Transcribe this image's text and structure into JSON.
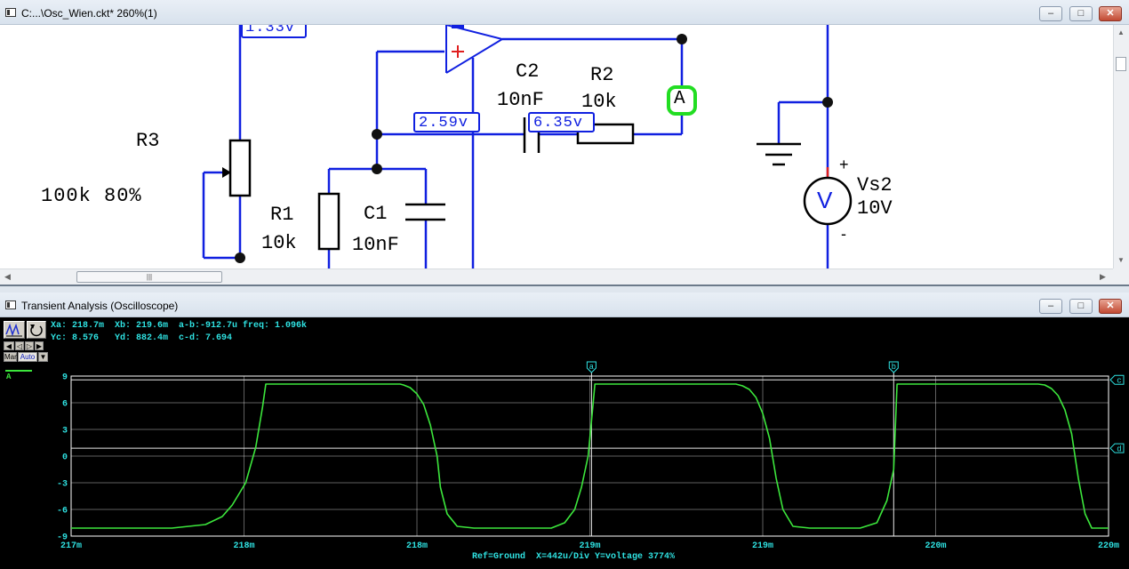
{
  "schematic_window": {
    "title": "C:...\\Osc_Wien.ckt* 260%(1)",
    "controls": {
      "minimize": "–",
      "maximize": "□",
      "close": "✕"
    },
    "components": {
      "r3_name": "R3",
      "r3_value": "100k 80%",
      "r1_name": "R1",
      "r1_value": "10k",
      "c1_name": "C1",
      "c1_value": "10nF",
      "c2_name": "C2",
      "c2_value": "10nF",
      "r2_name": "R2",
      "r2_value": "10k",
      "vs2_name": "Vs2",
      "vs2_value": "10V",
      "vs2_symbol": "V",
      "probe": "A"
    },
    "voltage_tags": {
      "top": "1.33v",
      "mid_left": "2.59v",
      "mid_right": "6.35v"
    },
    "signs": {
      "opamp_plus": "+",
      "opamp_minus": "–",
      "src_plus": "+",
      "src_minus": "-",
      "top_minus": "-"
    },
    "hscroll_grip": "|||"
  },
  "scope_window": {
    "title": "Transient Analysis (Oscilloscope)",
    "controls": {
      "minimize": "–",
      "maximize": "□",
      "close": "✕"
    },
    "readout_line1": "Xa: 218.7m  Xb: 219.6m  a-b:-912.7u freq: 1.096k",
    "readout_line2": "Yc: 8.576   Yd: 882.4m  c-d: 7.694",
    "buttons": {
      "man": "Man",
      "auto": "Auto"
    },
    "trace_label": "A",
    "cursor_labels": {
      "a": "a",
      "b": "b",
      "c": "c",
      "d": "d"
    },
    "footer": "Ref=Ground  X=442u/Div Y=voltage 3774%",
    "colors": {
      "trace": "#3ce63c",
      "text": "#2fe2e2",
      "grid": "#ffffff",
      "background": "#000000"
    }
  },
  "chart_data": {
    "type": "line",
    "title": "",
    "xlabel": "",
    "ylabel": "",
    "x_tick_labels": [
      "217m",
      "218m",
      "218m",
      "219m",
      "219m",
      "220m",
      "220m"
    ],
    "y_tick_labels": [
      "9",
      "6",
      "3",
      "0",
      "-3",
      "-6",
      "-9"
    ],
    "xlim": [
      217.15,
      220.24
    ],
    "ylim": [
      -9,
      9
    ],
    "grid": true,
    "cursors": {
      "a": 218.7,
      "b": 219.6,
      "c": 8.576,
      "d": 0.8824
    },
    "series": [
      {
        "name": "A",
        "x": [
          217.15,
          217.45,
          217.55,
          217.6,
          217.63,
          217.67,
          217.7,
          217.72,
          217.73,
          218.13,
          218.14,
          218.16,
          218.18,
          218.2,
          218.22,
          218.24,
          218.25,
          218.27,
          218.3,
          218.35,
          218.58,
          218.62,
          218.65,
          218.67,
          218.69,
          218.7,
          218.71,
          219.13,
          219.15,
          219.17,
          219.19,
          219.21,
          219.23,
          219.25,
          219.27,
          219.3,
          219.35,
          219.5,
          219.55,
          219.58,
          219.6,
          219.61,
          220.03,
          220.05,
          220.07,
          220.09,
          220.11,
          220.13,
          220.15,
          220.17,
          220.19,
          220.24
        ],
        "y": [
          -8.1,
          -8.1,
          -7.7,
          -6.8,
          -5.5,
          -3.0,
          1.0,
          5.5,
          8.1,
          8.1,
          8.0,
          7.7,
          7.0,
          5.8,
          3.5,
          0.0,
          -3.5,
          -6.5,
          -7.9,
          -8.1,
          -8.1,
          -7.5,
          -6.0,
          -3.5,
          0.0,
          4.0,
          8.1,
          8.1,
          7.9,
          7.5,
          6.6,
          4.8,
          2.0,
          -2.5,
          -6.0,
          -7.9,
          -8.1,
          -8.1,
          -7.5,
          -5.0,
          -1.5,
          8.1,
          8.1,
          8.0,
          7.6,
          6.8,
          5.2,
          2.5,
          -2.5,
          -6.5,
          -8.1,
          -8.1
        ]
      }
    ]
  }
}
